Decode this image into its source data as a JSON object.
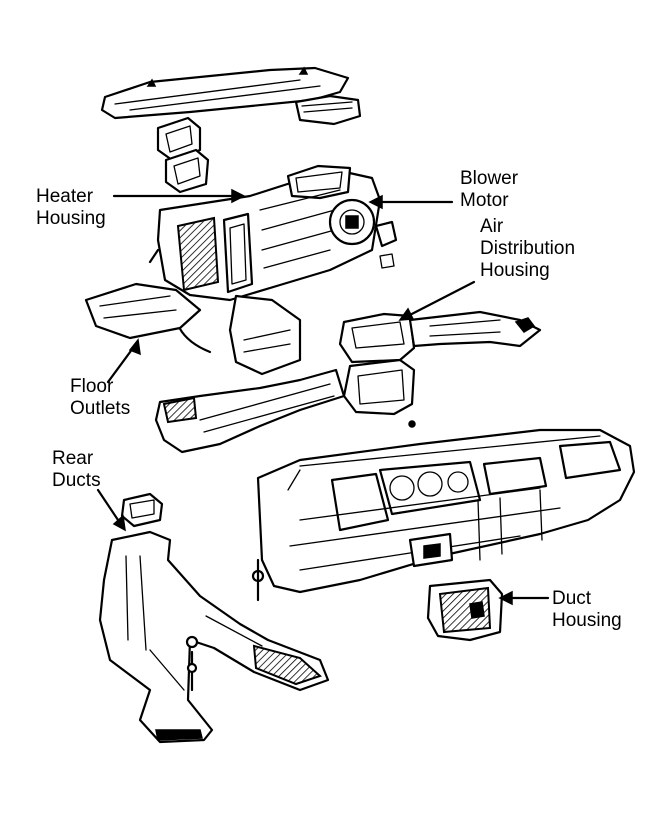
{
  "labels": {
    "heater_housing": [
      "Heater",
      "Housing"
    ],
    "blower_motor": [
      "Blower",
      "Motor"
    ],
    "air_distribution_housing": [
      "Air",
      "Distribution",
      "Housing"
    ],
    "floor_outlets": [
      "Floor",
      "Outlets"
    ],
    "rear_ducts": [
      "Rear",
      "Ducts"
    ],
    "duct_housing": [
      "Duct",
      "Housing"
    ]
  },
  "colors": {
    "ink": "#000000",
    "paper": "#ffffff"
  }
}
